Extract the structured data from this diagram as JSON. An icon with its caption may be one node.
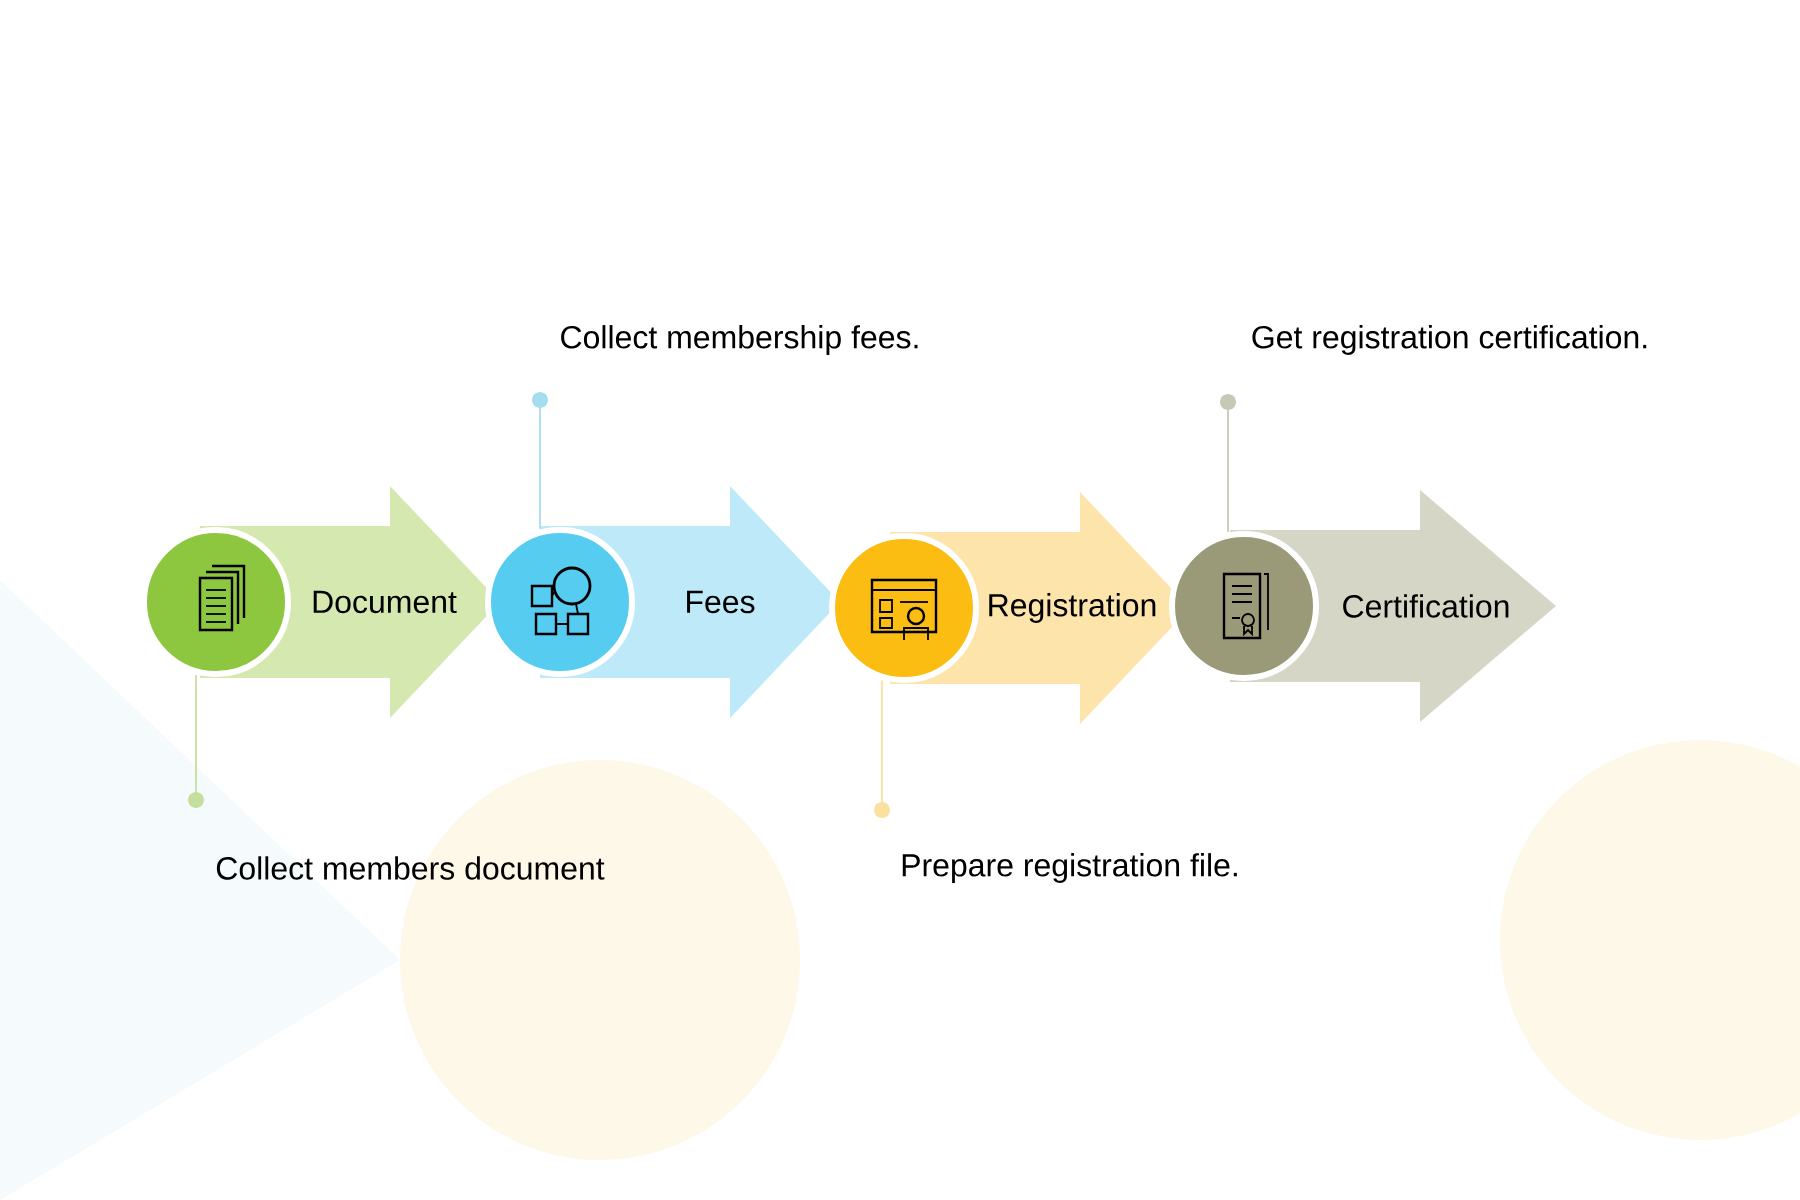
{
  "diagram": {
    "nodes": [
      {
        "text": [
          "Document"
        ]
      },
      {
        "text": [
          "Fees"
        ]
      },
      {
        "text": [
          "Registration"
        ]
      },
      {
        "text": [
          "Certification"
        ]
      },
      {
        "text": [],
        "shape": "circle"
      },
      {
        "text": [],
        "shape": "circle"
      },
      {
        "text": [],
        "shape": "circle"
      },
      {
        "text": [],
        "shape": "circle"
      },
      {
        "text": [
          "Collect membership fees."
        ]
      },
      {
        "text": [
          "Get registration certification."
        ]
      },
      {
        "text": [
          "Collect members document"
        ]
      },
      {
        "text": [
          "Prepare registration file."
        ]
      }
    ],
    "edges": [
      {
        "from": 8,
        "to": 5,
        "arrow": "other"
      },
      {
        "from": 9,
        "to": 7,
        "arrow": "other"
      },
      {
        "from": 10,
        "to": 4,
        "arrow": "other"
      },
      {
        "from": 11,
        "to": 6,
        "arrow": "other"
      }
    ]
  }
}
